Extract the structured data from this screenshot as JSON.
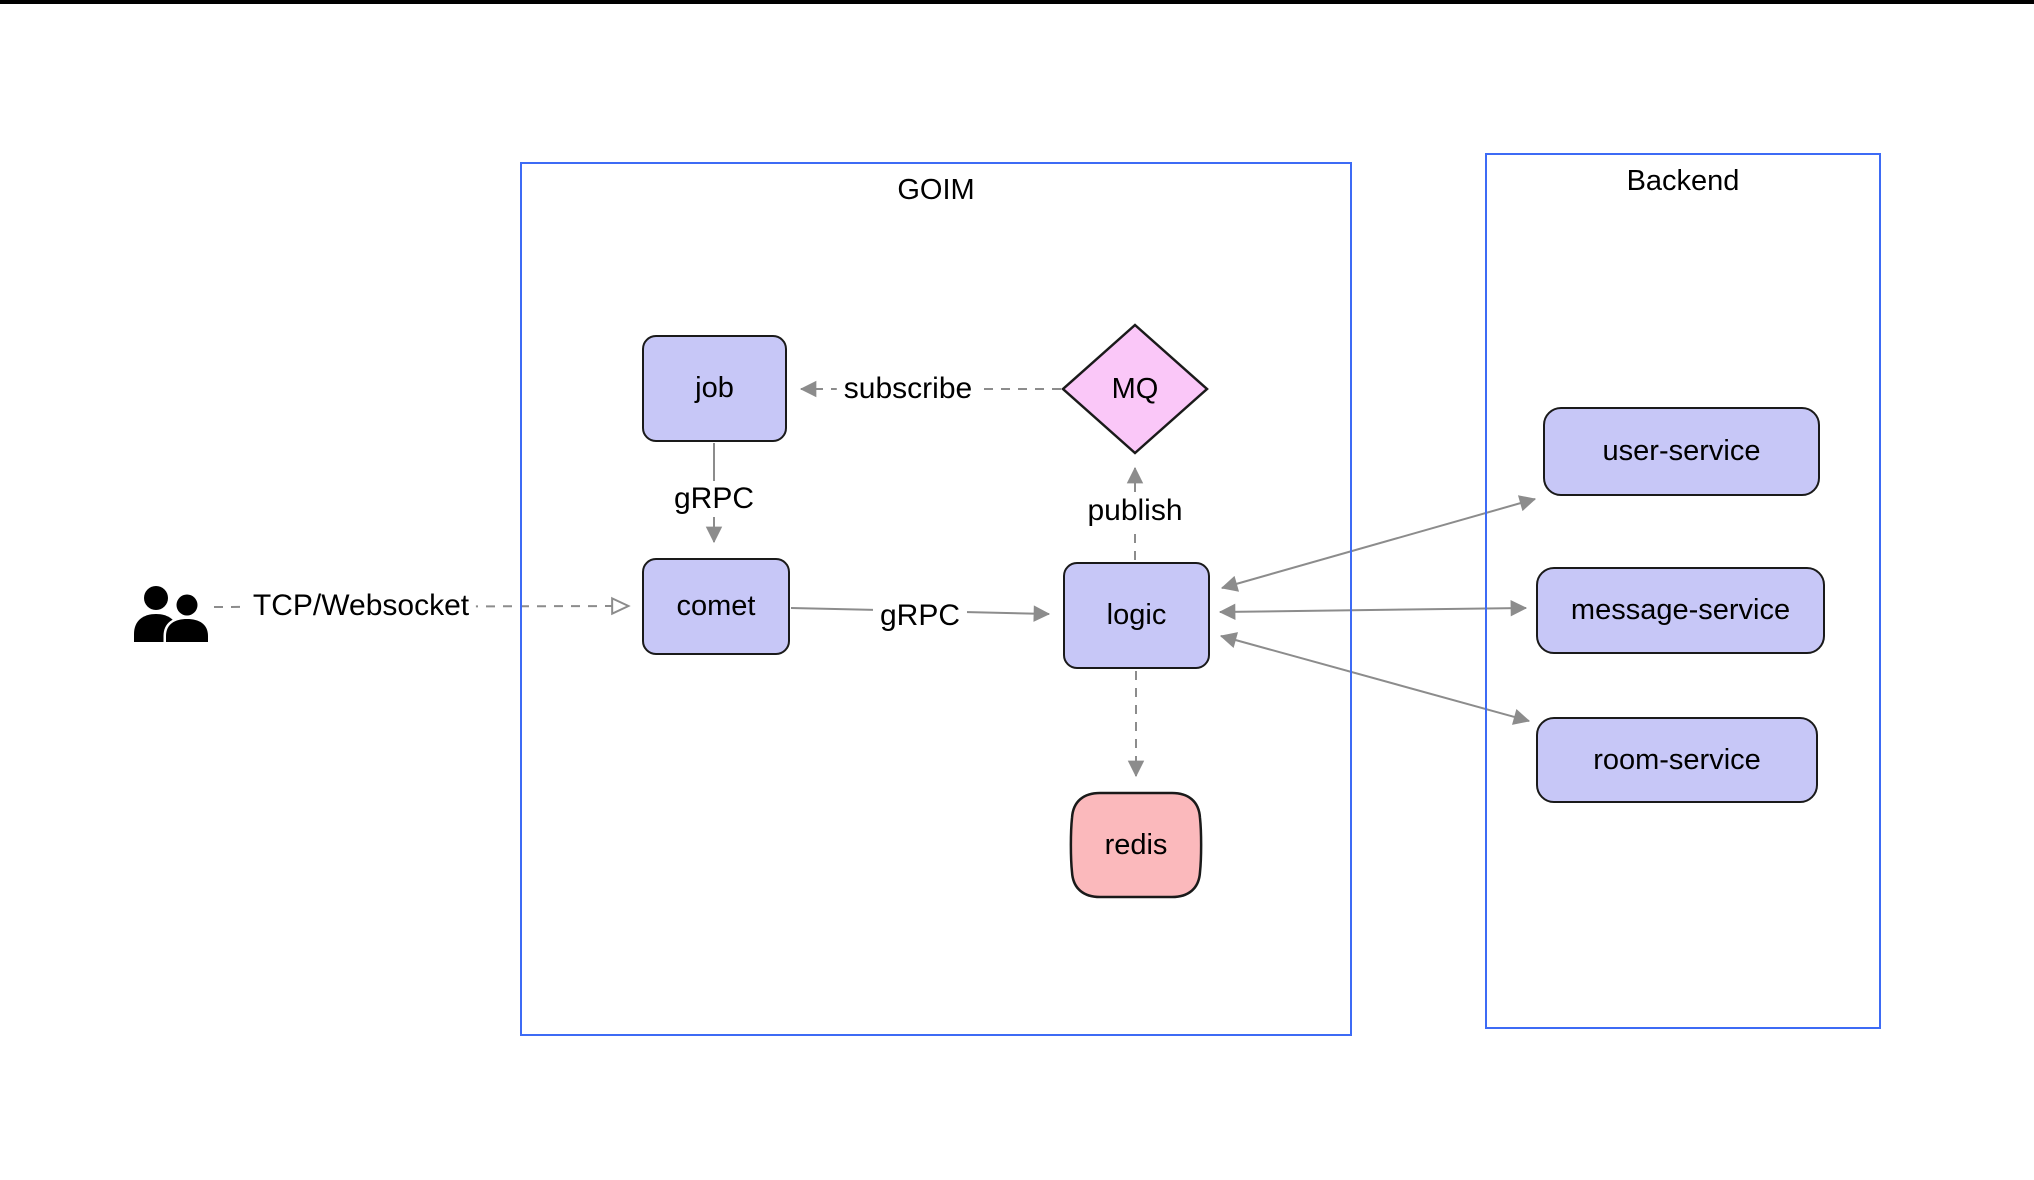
{
  "window": {
    "top_bar_color": "#000000",
    "background": "#FFFFFF"
  },
  "groups": {
    "goim": {
      "label": "GOIM",
      "border_color": "#3D6BF5"
    },
    "backend": {
      "label": "Backend",
      "border_color": "#3D6BF5"
    }
  },
  "nodes": {
    "job": {
      "label": "job",
      "shape": "rounded-rect",
      "fill": "#C7C7F7"
    },
    "comet": {
      "label": "comet",
      "shape": "rounded-rect",
      "fill": "#C7C7F7"
    },
    "logic": {
      "label": "logic",
      "shape": "rounded-rect",
      "fill": "#C7C7F7"
    },
    "mq": {
      "label": "MQ",
      "shape": "diamond",
      "fill": "#FAC7F8"
    },
    "redis": {
      "label": "redis",
      "shape": "stored-data",
      "fill": "#FBB9BC"
    },
    "user_service": {
      "label": "user-service",
      "shape": "rounded-rect",
      "fill": "#C7C7F7"
    },
    "message_service": {
      "label": "message-service",
      "shape": "rounded-rect",
      "fill": "#C7C7F7"
    },
    "room_service": {
      "label": "room-service",
      "shape": "rounded-rect",
      "fill": "#C7C7F7"
    }
  },
  "edges": {
    "users_comet": {
      "label": "TCP/Websocket",
      "style": "dashed",
      "arrow": "open",
      "from": "users",
      "to": "comet"
    },
    "job_comet": {
      "label": "gRPC",
      "style": "solid",
      "arrow": "filled",
      "from": "job",
      "to": "comet"
    },
    "mq_job": {
      "label": "subscribe",
      "style": "dashed",
      "arrow": "filled",
      "from": "mq",
      "to": "job"
    },
    "logic_mq": {
      "label": "publish",
      "style": "dashed",
      "arrow": "filled",
      "from": "logic",
      "to": "mq"
    },
    "comet_logic": {
      "label": "gRPC",
      "style": "solid",
      "arrow": "filled",
      "from": "comet",
      "to": "logic"
    },
    "logic_redis": {
      "label": "",
      "style": "dashed",
      "arrow": "filled",
      "from": "logic",
      "to": "redis"
    },
    "logic_user": {
      "label": "",
      "style": "solid",
      "arrow": "both",
      "from": "logic",
      "to": "user_service"
    },
    "logic_message": {
      "label": "",
      "style": "solid",
      "arrow": "both",
      "from": "logic",
      "to": "message_service"
    },
    "logic_room": {
      "label": "",
      "style": "solid",
      "arrow": "both",
      "from": "logic",
      "to": "room_service"
    }
  },
  "icons": {
    "users": "users-icon"
  },
  "colors": {
    "edge_gray": "#8C8C8C",
    "node_stroke": "#1A1A1A",
    "node_purple": "#C7C7F7",
    "mq_pink": "#FAC7F8",
    "redis_salmon": "#FBB9BC",
    "group_blue": "#3D6BF5",
    "text": "#000000"
  }
}
